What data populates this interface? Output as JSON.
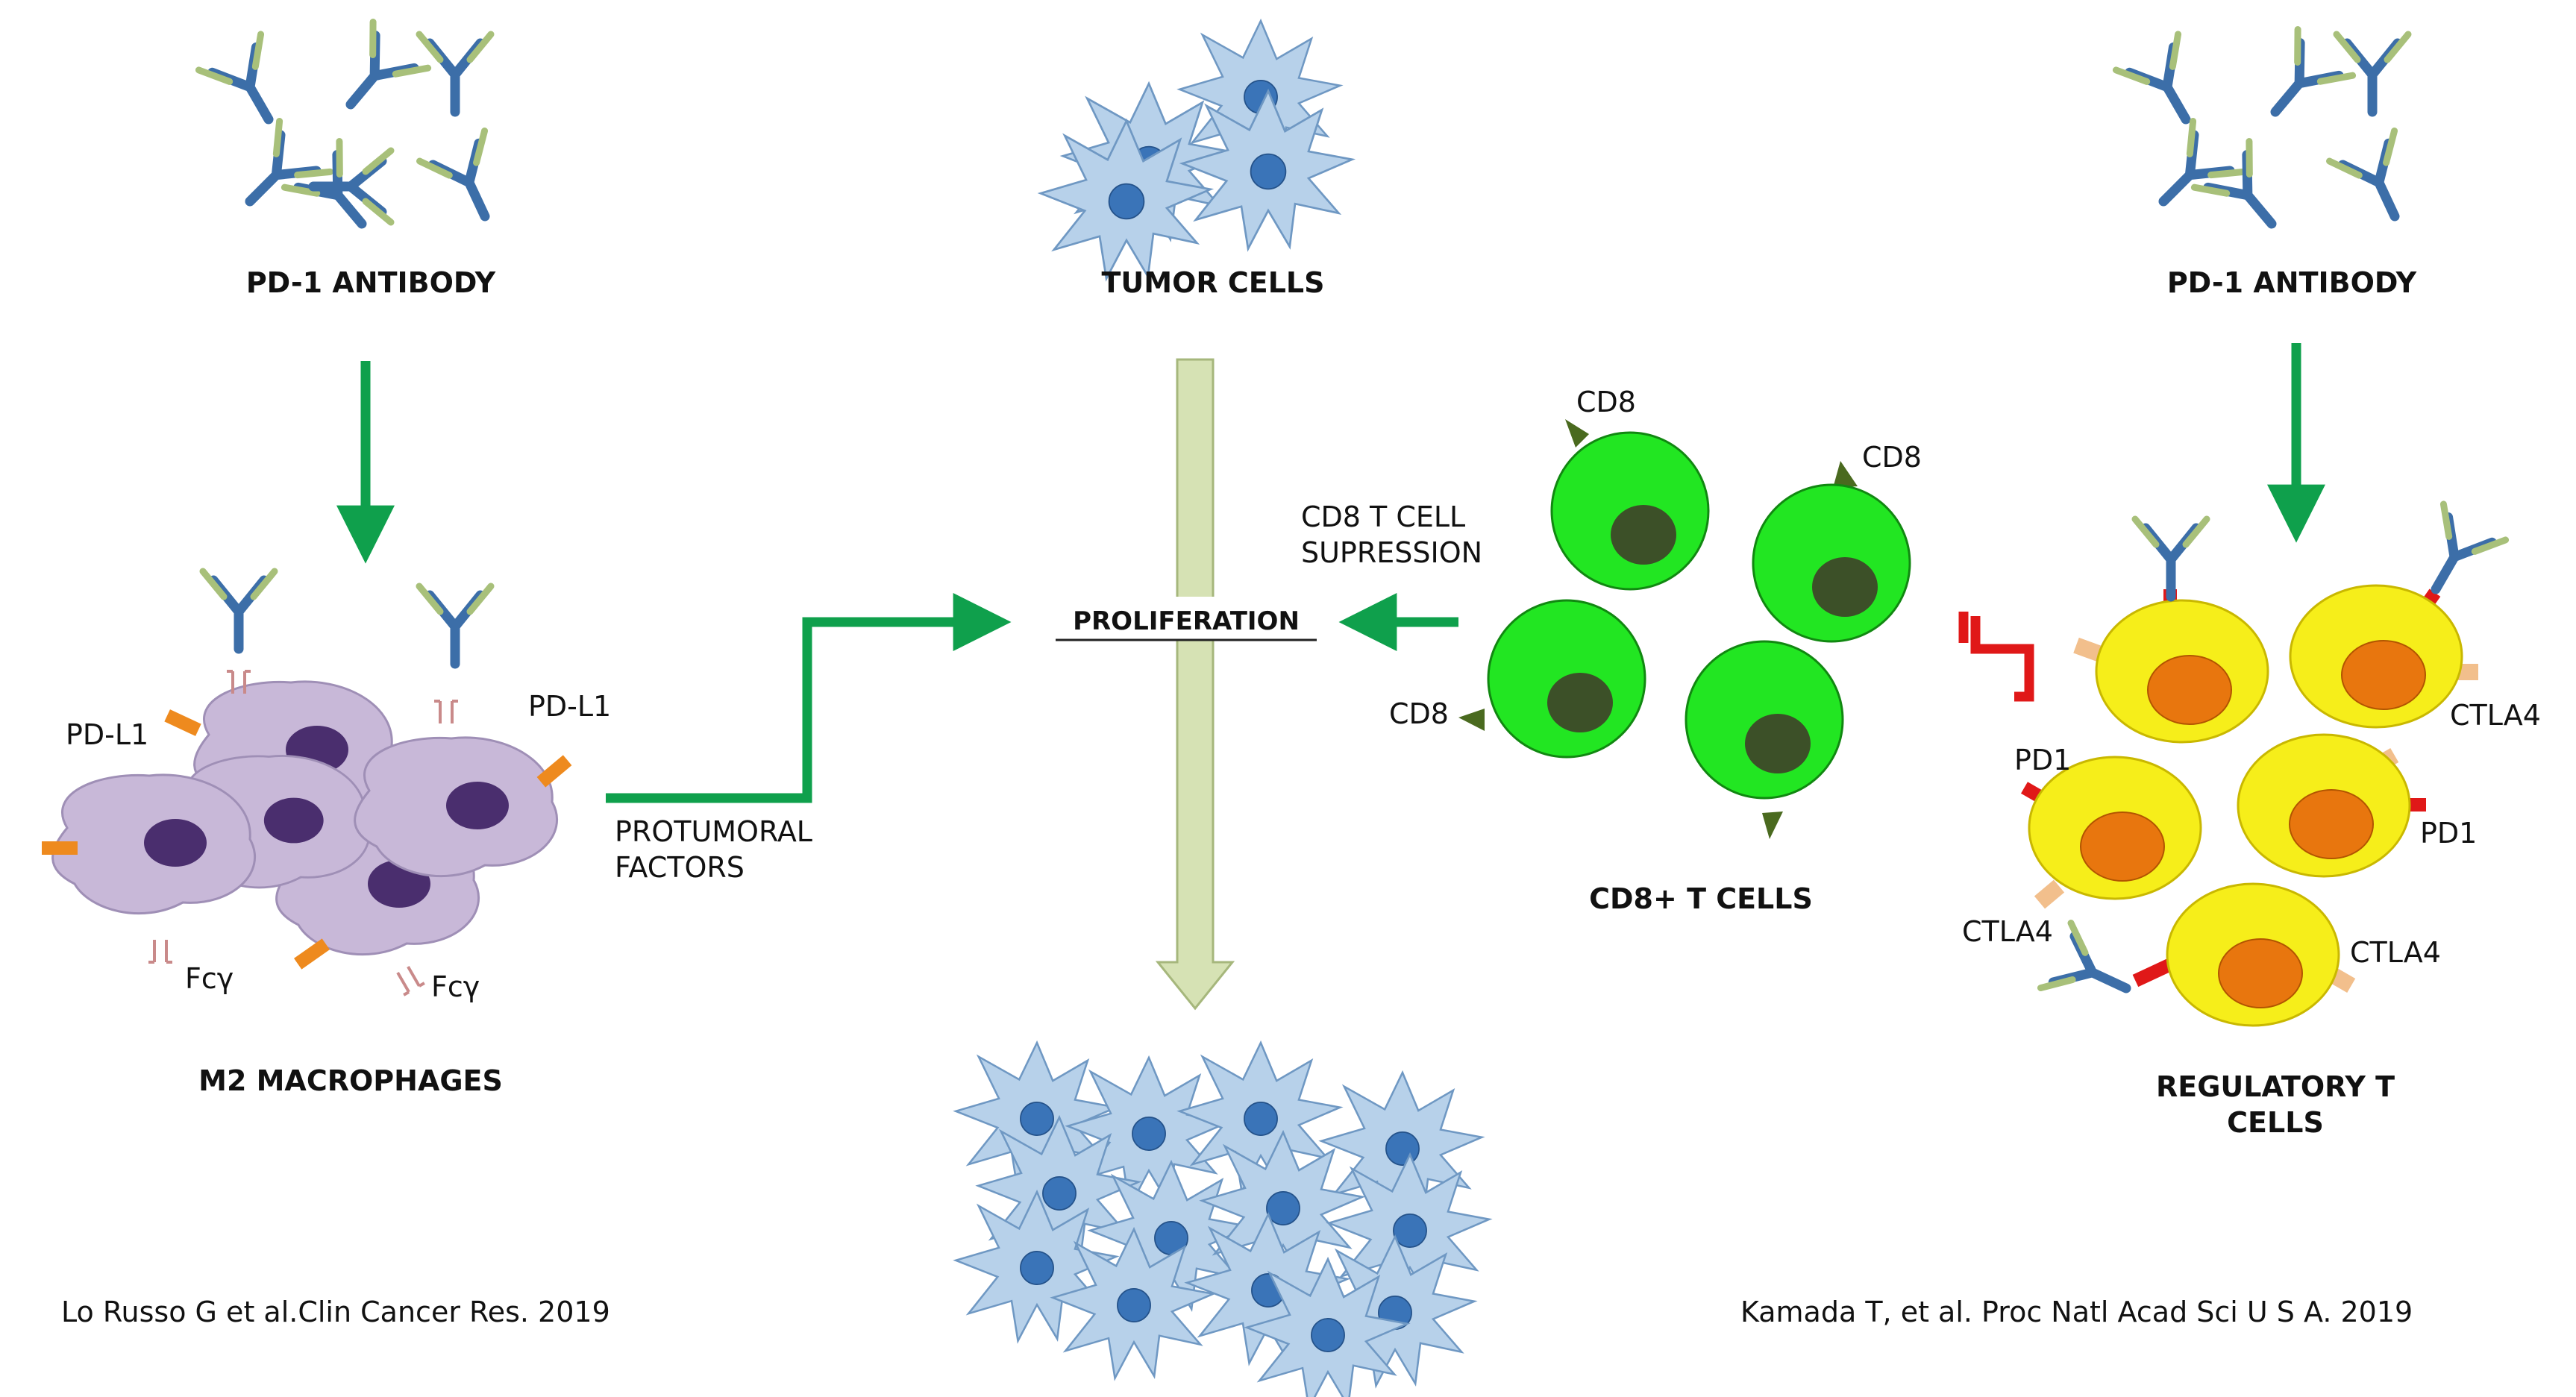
{
  "colors": {
    "antibody_heavy": "#3c6ea8",
    "antibody_light": "#a8c07a",
    "tumor_cell": "#b7d1ea",
    "tumor_nucleus": "#3a74b8",
    "macrophage": "#c8b8d8",
    "macrophage_nucleus": "#4a2e6e",
    "pdl1": "#ee8a1e",
    "cd8_cell": "#22e622",
    "cd8_nucleus": "#3c5028",
    "treg_cell": "#f6ee1a",
    "treg_nucleus": "#e8760e",
    "pd1": "#e01818",
    "ctla4": "#f2bf8c",
    "green_arrow": "#0fa04c",
    "proliferation_arrow": "#d6e2b4",
    "inhibit": "#e01818"
  },
  "headers": {
    "left_antibody": "PD-1 ANTIBODY",
    "tumor_cells": "TUMOR CELLS",
    "right_antibody": "PD-1 ANTIBODY",
    "macrophages": "M2 MACROPHAGES",
    "cd8_cells": "CD8+ T CELLS",
    "treg_line1": "REGULATORY T",
    "treg_line2": "CELLS"
  },
  "labels": {
    "pdl1_left": "PD-L1",
    "pdl1_right": "PD-L1",
    "fcy_left": "Fcγ",
    "fcy_right": "Fcγ",
    "protumoral_line1": "PROTUMORAL",
    "protumoral_line2": "FACTORS",
    "proliferation": "PROLIFERATION",
    "cd8_supp_line1": "CD8 T CELL",
    "cd8_supp_line2": "SUPRESSION",
    "cd8_a": "CD8",
    "cd8_b": "CD8",
    "cd8_c": "CD8",
    "pd1_left": "PD1",
    "pd1_right": "PD1",
    "ctla4_a": "CTLA4",
    "ctla4_b": "CTLA4",
    "ctla4_c": "CTLA4"
  },
  "references": {
    "left": "Lo Russo G et al.Clin Cancer Res. 2019",
    "right": "Kamada T, et al. Proc Natl Acad Sci U S A. 2019"
  }
}
